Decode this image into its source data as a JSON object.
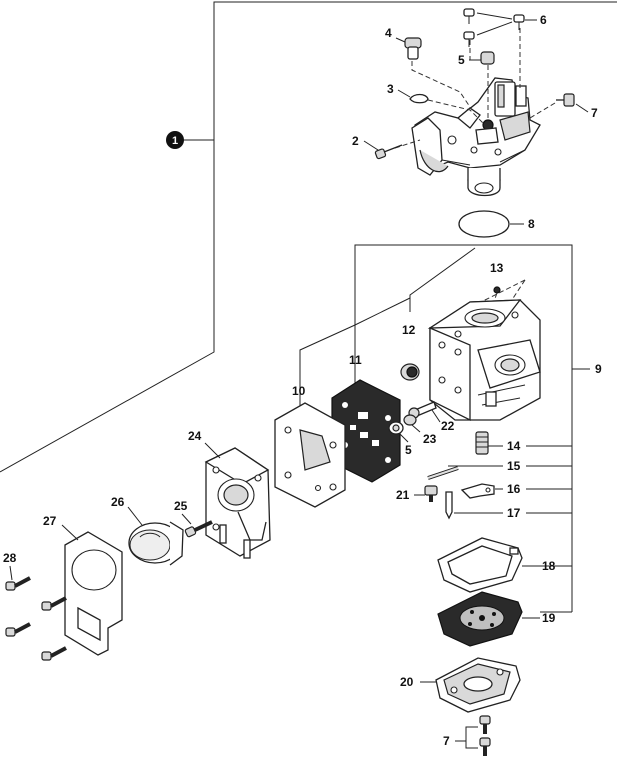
{
  "callouts": {
    "assembly": "1",
    "p2": "2",
    "p3": "3",
    "p4": "4",
    "p5a": "5",
    "p6": "6",
    "p7a": "7",
    "p8": "8",
    "p9": "9",
    "p10": "10",
    "p11": "11",
    "p12": "12",
    "p13": "13",
    "p14": "14",
    "p15": "15",
    "p16": "16",
    "p17": "17",
    "p18": "18",
    "p19": "19",
    "p20": "20",
    "p21": "21",
    "p22": "22",
    "p23": "23",
    "p5b": "5",
    "p24": "24",
    "p25": "25",
    "p26": "26",
    "p27": "27",
    "p28": "28",
    "p7b": "7"
  },
  "colors": {
    "line": "#222222",
    "fill_light": "#d9d9d9",
    "fill_dark": "#2a2a2a",
    "background": "#ffffff"
  }
}
